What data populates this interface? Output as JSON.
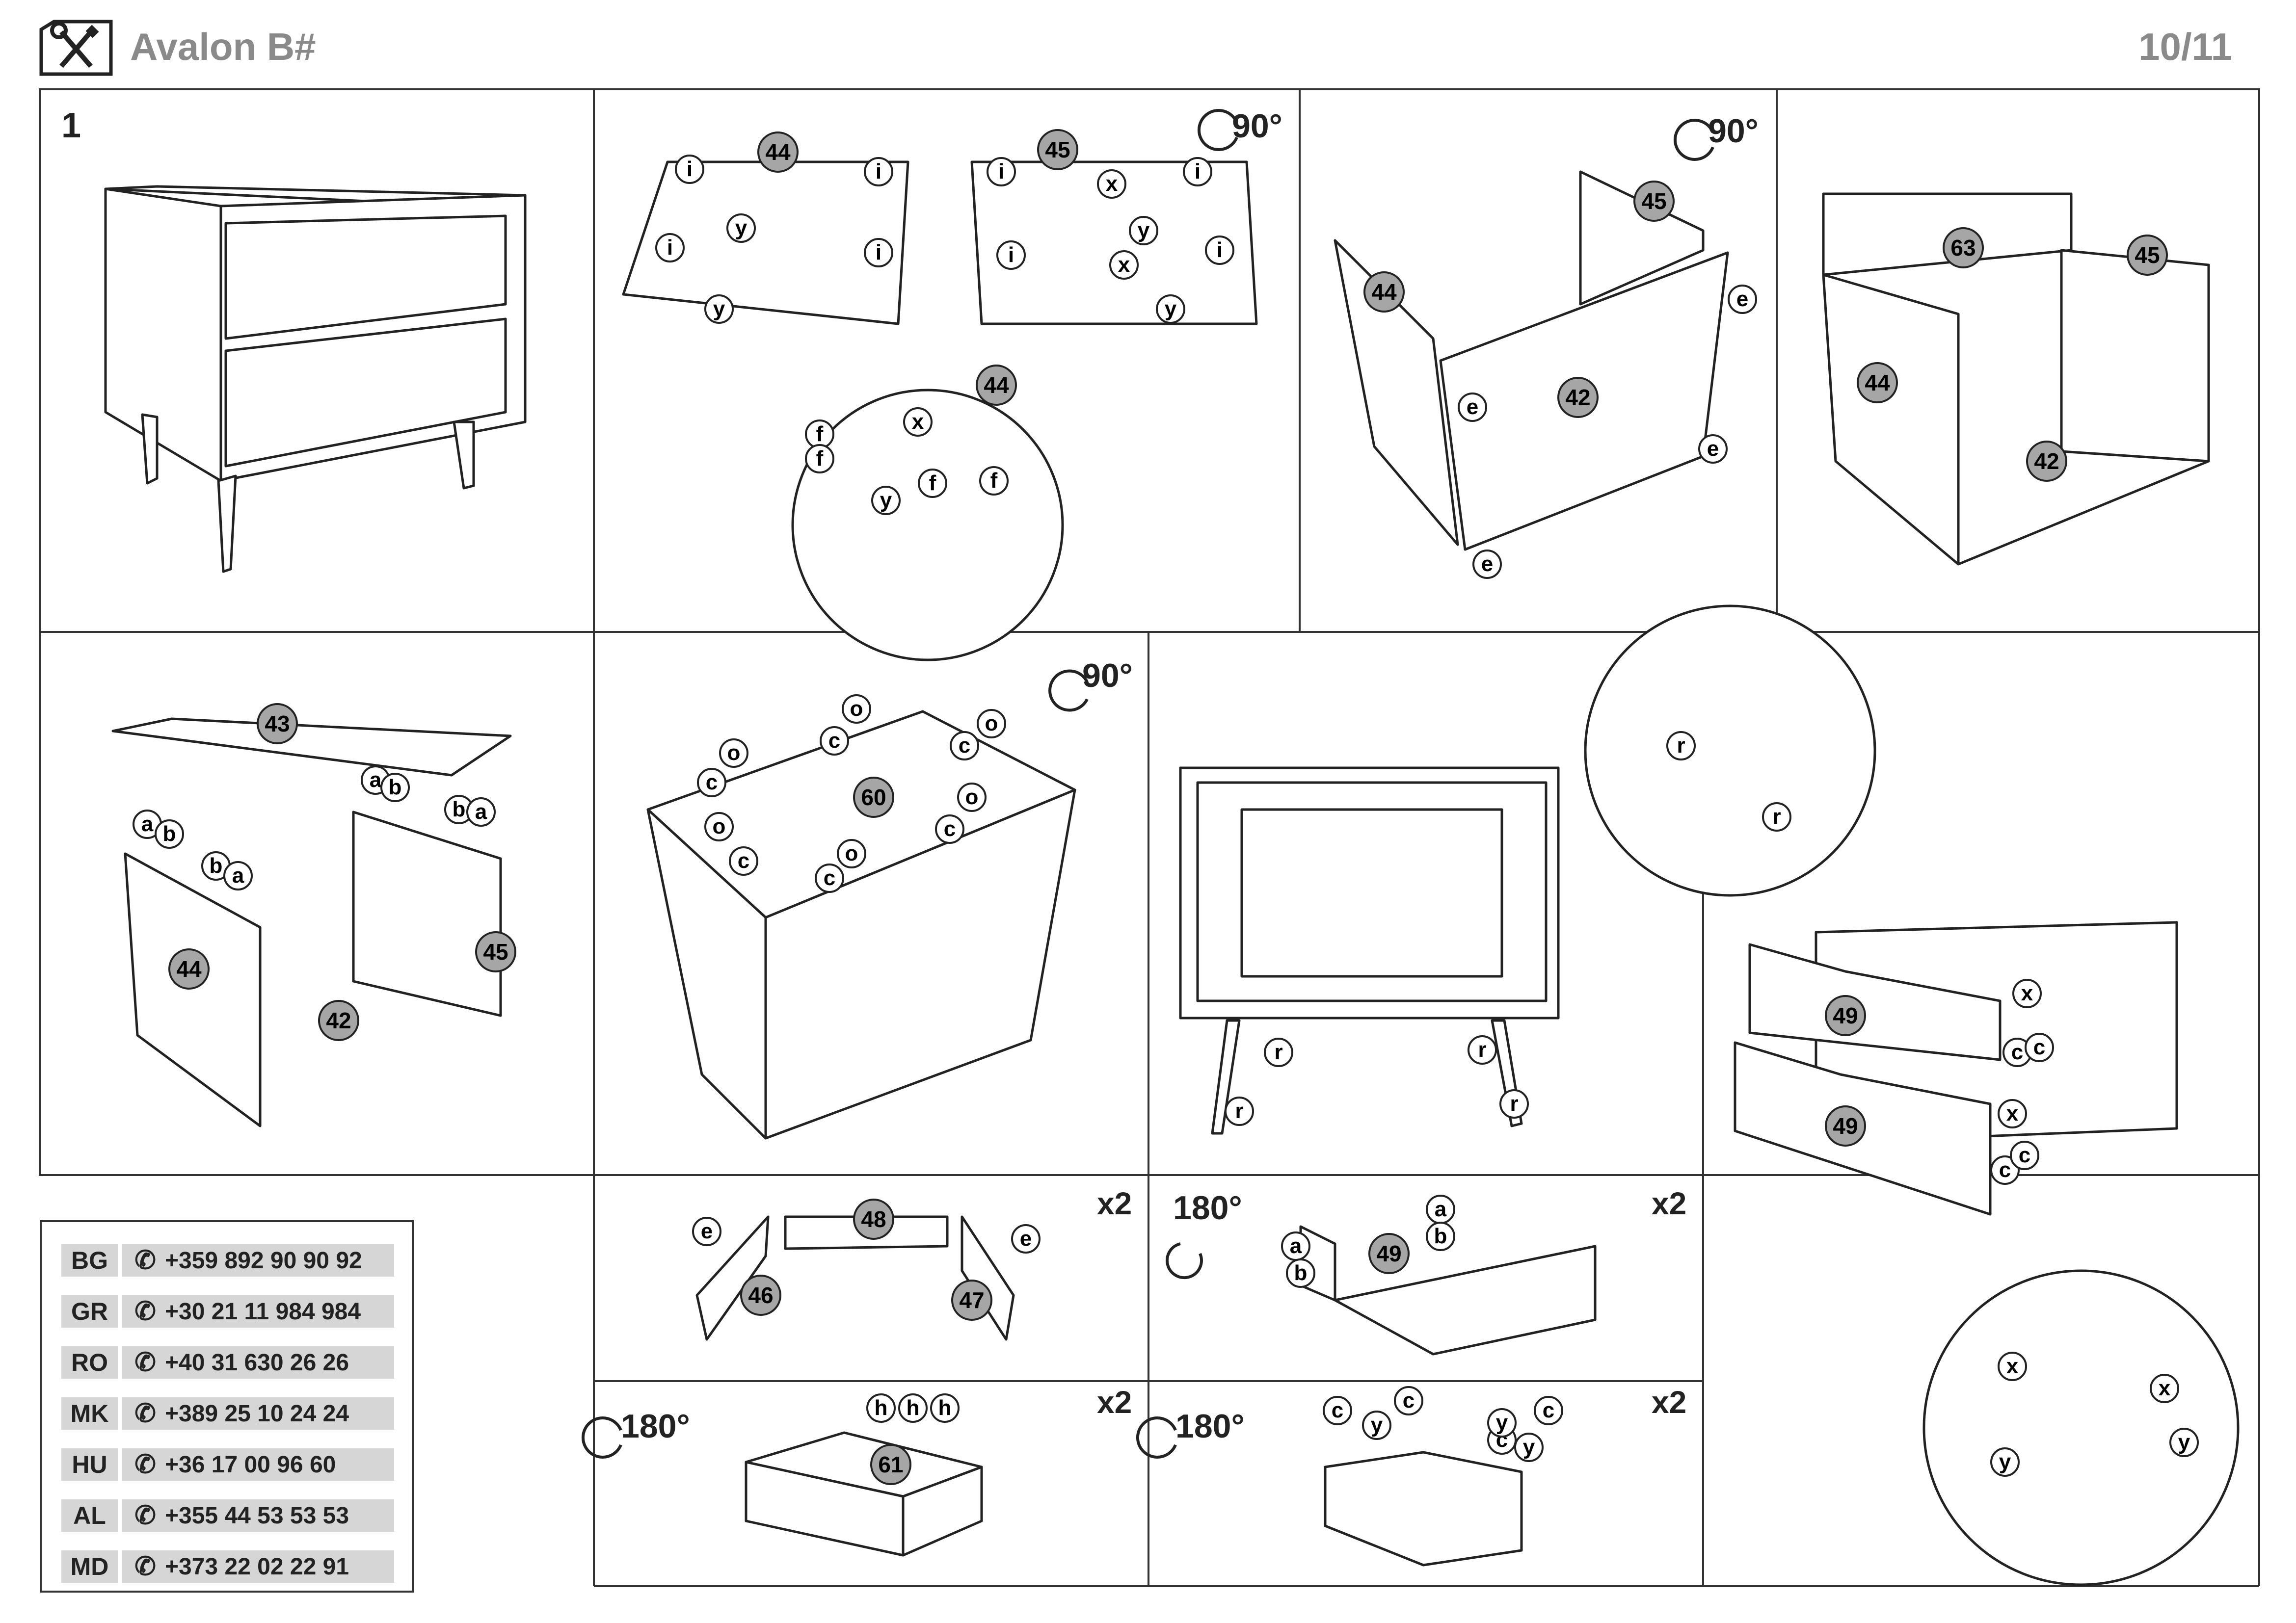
{
  "header": {
    "title": "Avalon B#",
    "page": "10/11",
    "icon": "tools-icon"
  },
  "step": {
    "number": "1"
  },
  "rotations": [
    "90°",
    "90°",
    "90°",
    "180°",
    "180°",
    "180°"
  ],
  "multipliers": [
    "x2",
    "x2",
    "x2",
    "x2"
  ],
  "parts": [
    "44",
    "45",
    "44",
    "45",
    "44",
    "42",
    "63",
    "45",
    "44",
    "42",
    "43",
    "44",
    "42",
    "45",
    "60",
    "48",
    "46",
    "47",
    "49",
    "61",
    "49",
    "49"
  ],
  "letters": {
    "i": "i",
    "y": "y",
    "x": "x",
    "f": "f",
    "e": "e",
    "a": "a",
    "b": "b",
    "o": "o",
    "c": "c",
    "r": "r",
    "h": "h"
  },
  "phones": [
    {
      "code": "BG",
      "number": "+359 892 90 90 92"
    },
    {
      "code": "GR",
      "number": "+30 21 11 984 984"
    },
    {
      "code": "RO",
      "number": "+40 31 630 26 26"
    },
    {
      "code": "MK",
      "number": "+389 25 10 24 24"
    },
    {
      "code": "HU",
      "number": "+36 17 00 96 60"
    },
    {
      "code": "AL",
      "number": "+355 44 53 53 53"
    },
    {
      "code": "MD",
      "number": "+373 22 02 22 91"
    }
  ]
}
